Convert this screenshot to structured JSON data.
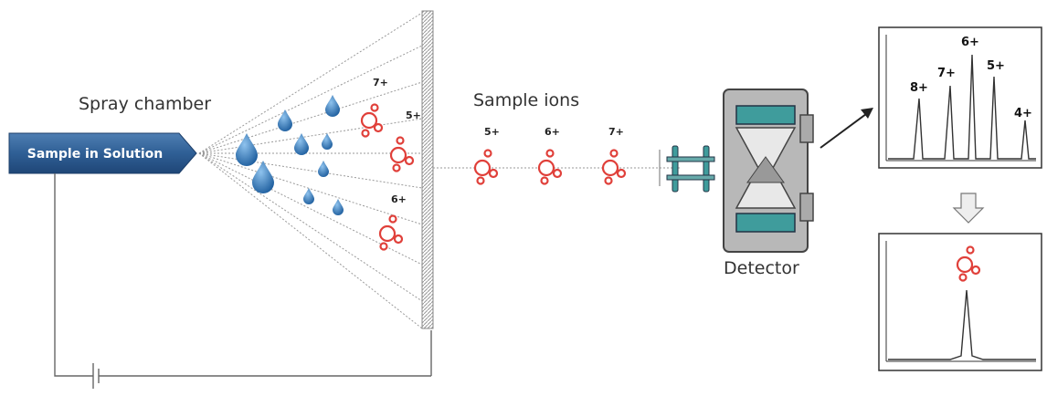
{
  "labels": {
    "sample_box": "Sample in Solution",
    "spray_chamber": "Spray chamber",
    "sample_ions": "Sample ions",
    "detector": "Detector"
  },
  "spray_charges": {
    "top": "7+",
    "middle": "5+",
    "bottom": "6+"
  },
  "ion_charges": [
    "5+",
    "6+",
    "7+"
  ],
  "spectrum_peaks": [
    "8+",
    "7+",
    "6+",
    "5+",
    "4+"
  ],
  "colors": {
    "droplet_blue": "#2a6fb5",
    "ion_red": "#e0403a",
    "box_blue": "#2f5f95",
    "detector_teal": "#3f9c9c",
    "line_gray": "#666666"
  }
}
